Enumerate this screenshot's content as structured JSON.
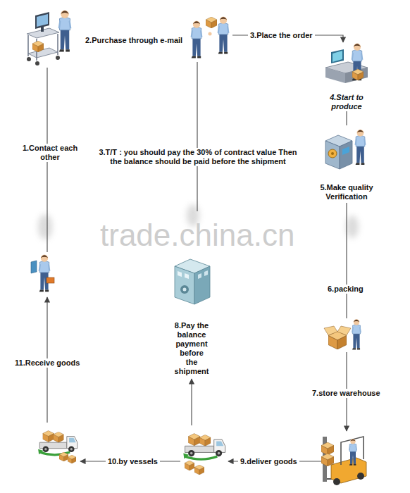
{
  "diagram": {
    "nodes": [
      {
        "text": [
          "4.Start to produce"
        ]
      },
      {
        "text": [
          "5.Make quality Verification"
        ]
      },
      {
        "text": [
          "8.Pay the balance payment before the shipment"
        ]
      }
    ],
    "edges": [
      {
        "from": 0,
        "to": 1,
        "arrow": "none"
      }
    ],
    "labels": [
      "2.Purchase through e-mail",
      "3.Place the order",
      "1.Contact each other",
      "3.T/T : you should pay the 30% of contract value Then the balance should be paid before the shipment",
      "trade.china.cn",
      "6.packing",
      "11.Receive goods",
      "7.store warehouse",
      "10.by vessels",
      "9.deliver goods"
    ]
  }
}
